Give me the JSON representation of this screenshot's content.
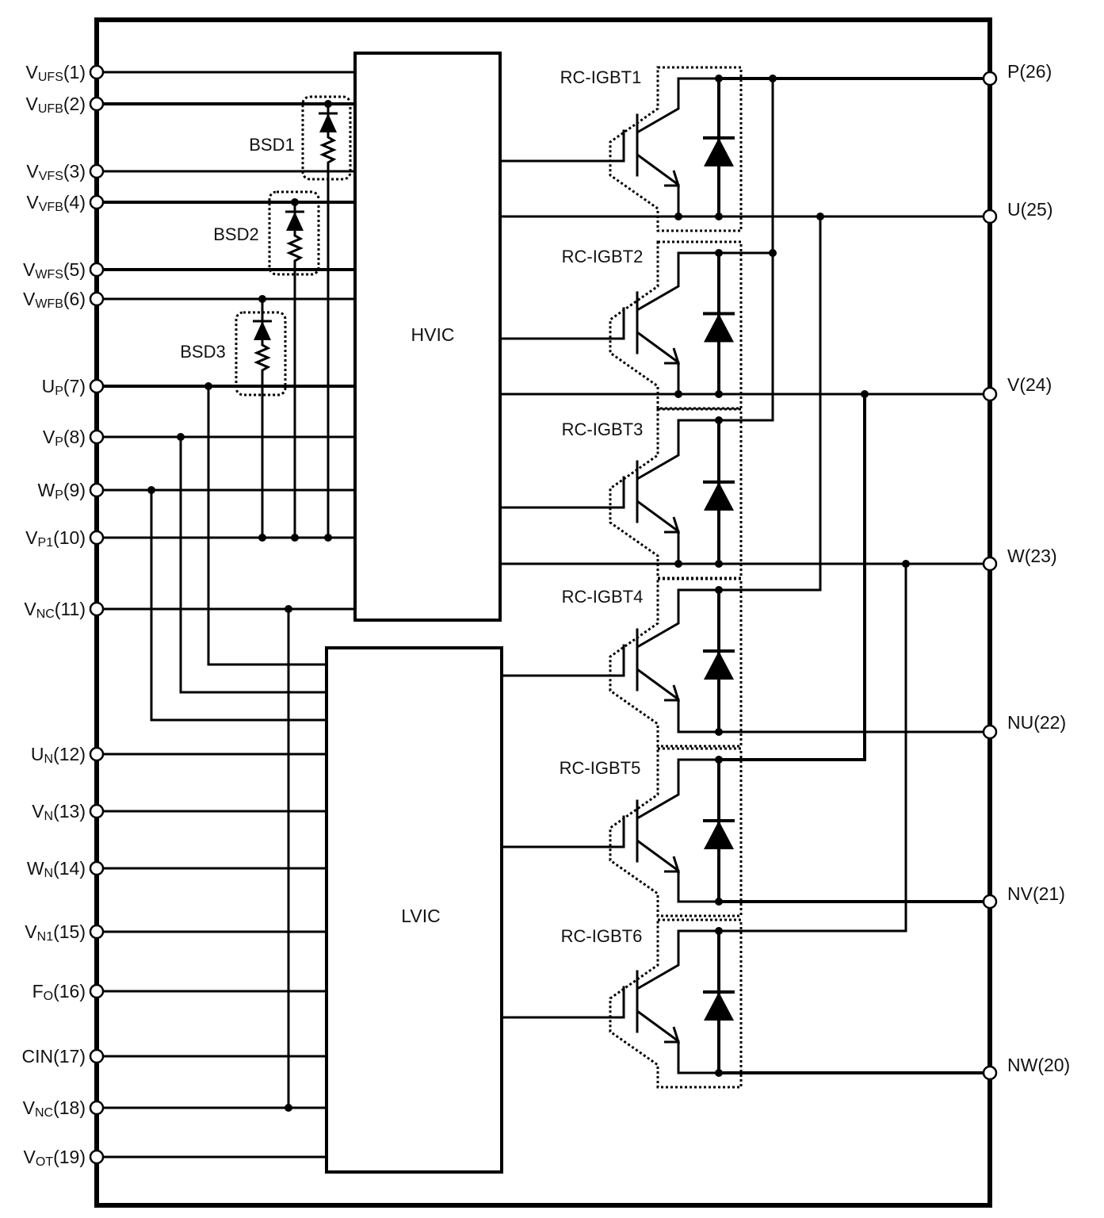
{
  "title": "Internal circuit block diagram",
  "colors": {
    "line": "#000000",
    "background": "#ffffff",
    "pin_fill": "#ffffff"
  },
  "blocks": {
    "hvic": {
      "label": "HVIC"
    },
    "lvic": {
      "label": "LVIC"
    }
  },
  "left_pins": [
    {
      "num": 1,
      "main": "V",
      "sub": "UFS",
      "text": "(1)"
    },
    {
      "num": 2,
      "main": "V",
      "sub": "UFB",
      "text": "(2)"
    },
    {
      "num": 3,
      "main": "V",
      "sub": "VFS",
      "text": "(3)"
    },
    {
      "num": 4,
      "main": "V",
      "sub": "VFB",
      "text": "(4)"
    },
    {
      "num": 5,
      "main": "V",
      "sub": "WFS",
      "text": "(5)"
    },
    {
      "num": 6,
      "main": "V",
      "sub": "WFB",
      "text": "(6)"
    },
    {
      "num": 7,
      "main": "U",
      "sub": "P",
      "text": "(7)"
    },
    {
      "num": 8,
      "main": "V",
      "sub": "P",
      "text": "(8)"
    },
    {
      "num": 9,
      "main": "W",
      "sub": "P",
      "text": "(9)"
    },
    {
      "num": 10,
      "main": "V",
      "sub": "P1",
      "text": "(10)"
    },
    {
      "num": 11,
      "main": "V",
      "sub": "NC",
      "text": "(11)"
    },
    {
      "num": 12,
      "main": "U",
      "sub": "N",
      "text": "(12)"
    },
    {
      "num": 13,
      "main": "V",
      "sub": "N",
      "text": "(13)"
    },
    {
      "num": 14,
      "main": "W",
      "sub": "N",
      "text": "(14)"
    },
    {
      "num": 15,
      "main": "V",
      "sub": "N1",
      "text": "(15)"
    },
    {
      "num": 16,
      "main": "F",
      "sub": "O",
      "text": "(16)"
    },
    {
      "num": 17,
      "main": "CIN",
      "sub": "",
      "text": "(17)"
    },
    {
      "num": 18,
      "main": "V",
      "sub": "NC",
      "text": "(18)"
    },
    {
      "num": 19,
      "main": "V",
      "sub": "OT",
      "text": "(19)"
    }
  ],
  "right_pins": [
    {
      "num": 26,
      "label": "P(26)"
    },
    {
      "num": 25,
      "label": "U(25)"
    },
    {
      "num": 24,
      "label": "V(24)"
    },
    {
      "num": 23,
      "label": "W(23)"
    },
    {
      "num": 22,
      "label": "NU(22)"
    },
    {
      "num": 21,
      "label": "NV(21)"
    },
    {
      "num": 20,
      "label": "NW(20)"
    }
  ],
  "bootstrap_diodes": [
    {
      "label": "BSD1",
      "anode_pin": 10,
      "cathode_pin": 2
    },
    {
      "label": "BSD2",
      "anode_pin": 10,
      "cathode_pin": 4
    },
    {
      "label": "BSD3",
      "anode_pin": 10,
      "cathode_pin": 6
    }
  ],
  "igbts": [
    {
      "label": "RC-IGBT1",
      "driver": "HVIC",
      "collector": "P(26)",
      "emitter": "U(25)"
    },
    {
      "label": "RC-IGBT2",
      "driver": "HVIC",
      "collector": "P(26)",
      "emitter": "V(24)"
    },
    {
      "label": "RC-IGBT3",
      "driver": "HVIC",
      "collector": "P(26)",
      "emitter": "W(23)"
    },
    {
      "label": "RC-IGBT4",
      "driver": "LVIC",
      "collector": "U(25)",
      "emitter": "NU(22)"
    },
    {
      "label": "RC-IGBT5",
      "driver": "LVIC",
      "collector": "V(24)",
      "emitter": "NV(21)"
    },
    {
      "label": "RC-IGBT6",
      "driver": "LVIC",
      "collector": "W(23)",
      "emitter": "NW(20)"
    }
  ]
}
